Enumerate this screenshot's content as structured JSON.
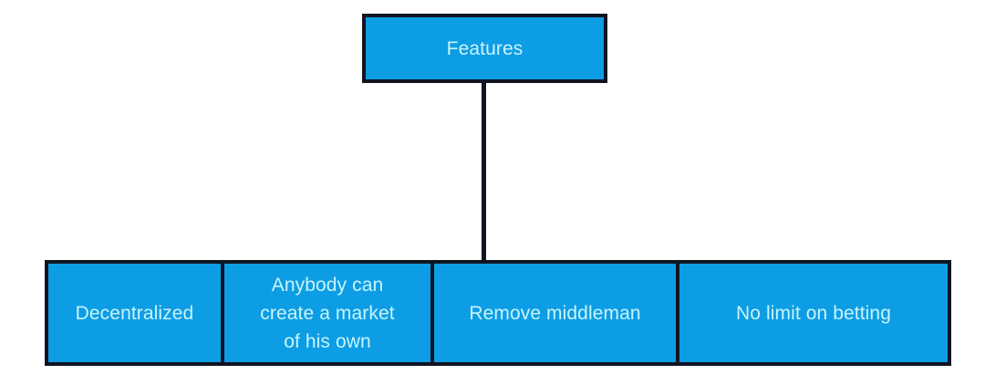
{
  "diagram": {
    "type": "tree",
    "title": "Features",
    "background_color": "#ffffff",
    "node_fill_color": "#0d9de4",
    "node_border_color": "#111522",
    "node_text_color": "#c8f4fd",
    "connector_color": "#111522",
    "root": {
      "id": "features",
      "label": "Features"
    },
    "children": [
      {
        "id": "decentralized",
        "label": "Decentralized"
      },
      {
        "id": "anybody-market",
        "label": "Anybody can\ncreate a market\nof his own"
      },
      {
        "id": "remove-middleman",
        "label": "Remove middleman"
      },
      {
        "id": "no-limit-betting",
        "label": "No limit on betting"
      }
    ]
  }
}
